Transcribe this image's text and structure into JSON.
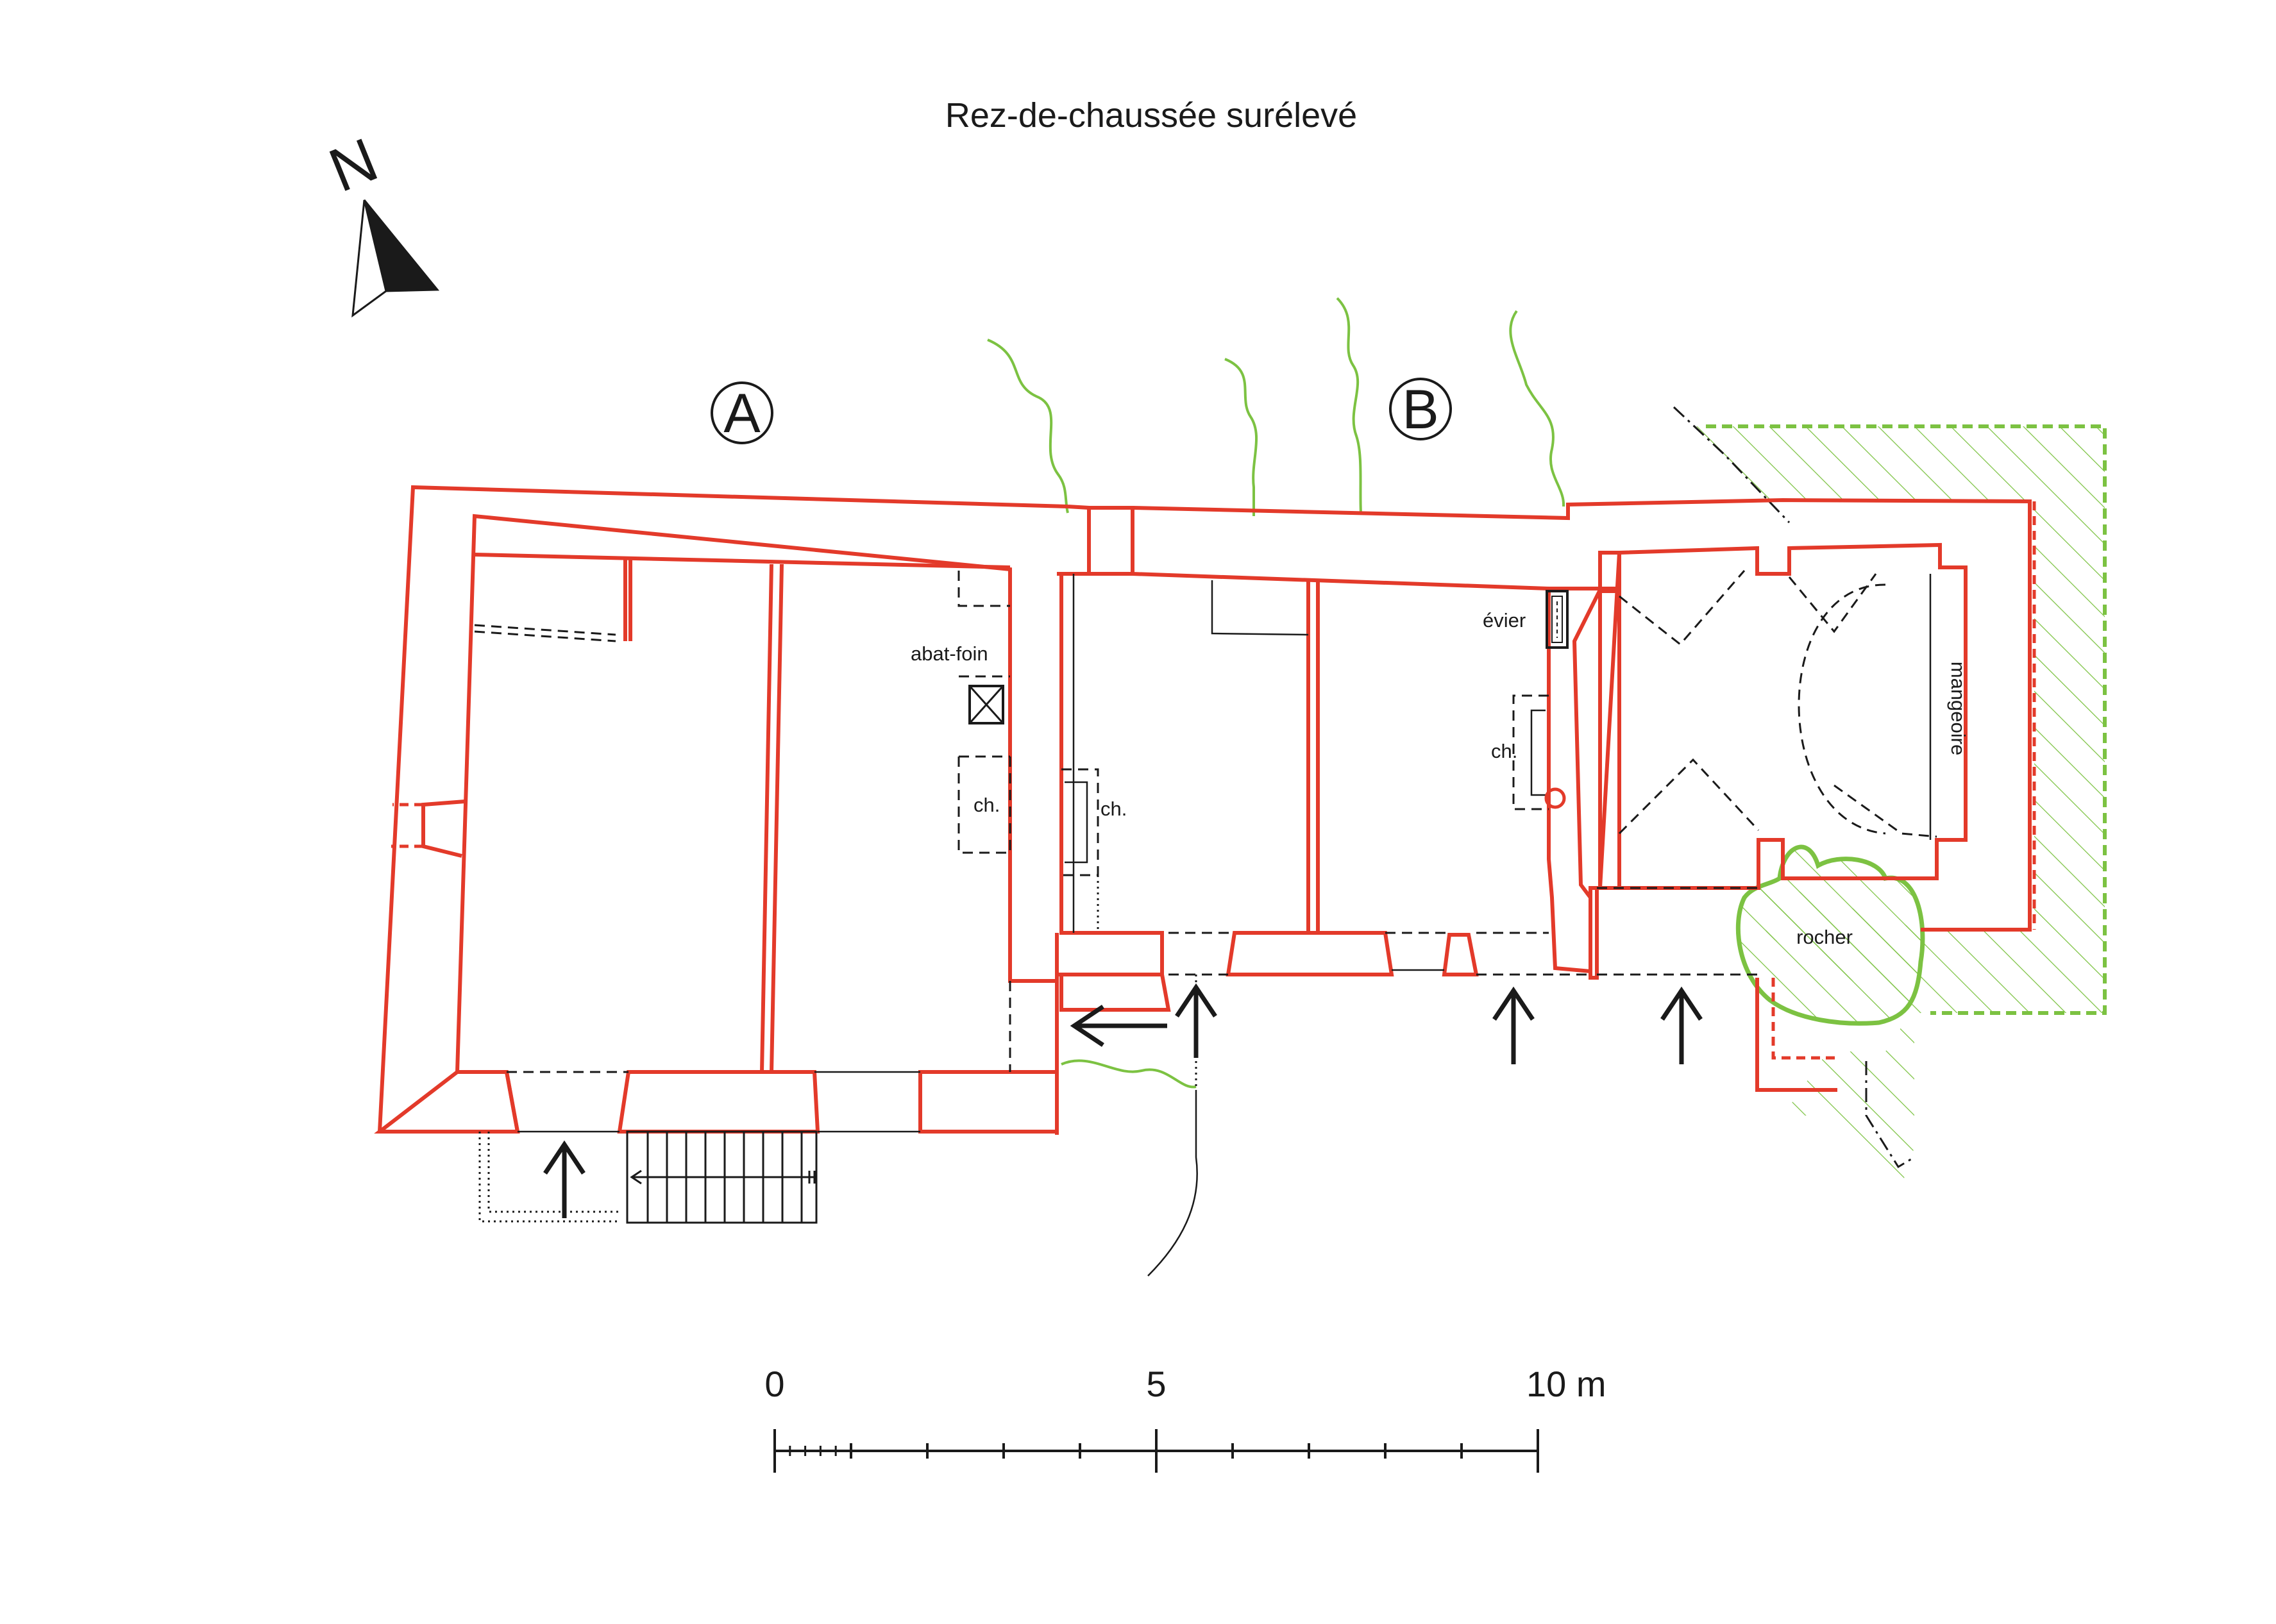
{
  "title": "Rez-de-chaussée surélevé",
  "north_label": "N",
  "buildings": {
    "a": "A",
    "b": "B"
  },
  "labels": {
    "abat_foin": "abat-foin",
    "ch_a": "ch.",
    "ch_b1": "ch.",
    "ch_b2": "ch.",
    "evier": "évier",
    "mangeoire": "mangeoire",
    "rocher": "rocher"
  },
  "scale_bar": {
    "labels": [
      "0",
      "5",
      "10 m"
    ],
    "max_value": 10,
    "unit": "m"
  },
  "colors": {
    "walls": "#e33a2a",
    "vegetation": "#7cc242",
    "lines": "#1a1a1a"
  },
  "icons": [
    "north-arrow-icon",
    "entrance-arrow-icon",
    "stair-icon"
  ]
}
